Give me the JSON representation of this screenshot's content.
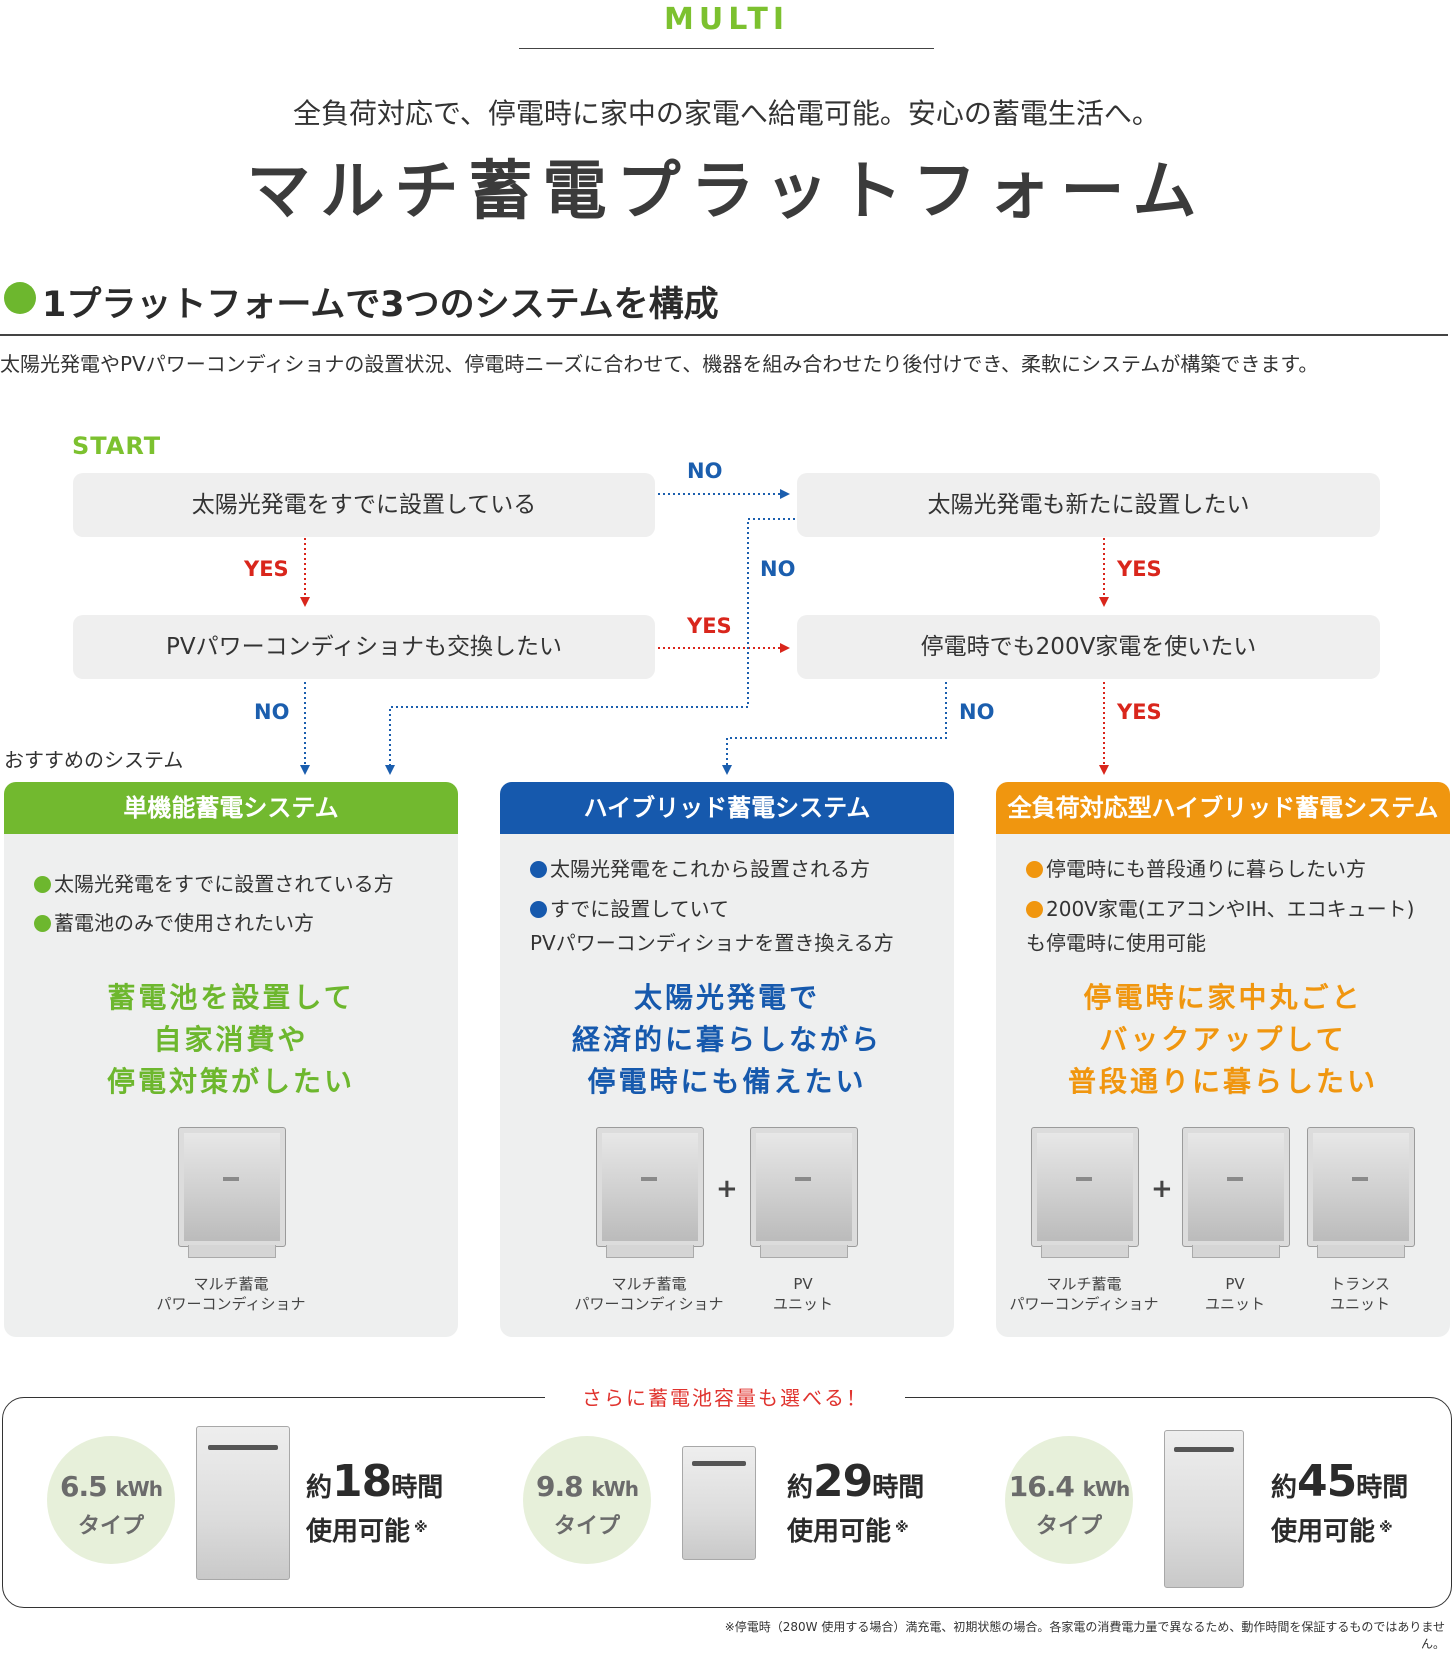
{
  "header": {
    "eyebrow": "MULTI",
    "subtitle": "全負荷対応で、停電時に家中の家電へ給電可能。安心の蓄電生活へ。",
    "title": "マルチ蓄電プラットフォーム"
  },
  "section": {
    "heading": "1プラットフォームで3つのシステムを構成",
    "intro": "太陽光発電やPVパワーコンディショナの設置状況、停電時ニーズに合わせて、機器を組み合わせたり後付けでき、柔軟にシステムが構築できます。"
  },
  "flow": {
    "start": "START",
    "q1": "太陽光発電をすでに設置している",
    "q2": "PVパワーコンディショナも交換したい",
    "q3": "太陽光発電も新たに設置したい",
    "q4": "停電時でも200V家電を使いたい",
    "yes": "YES",
    "no": "NO",
    "recommend": "おすすめのシステム"
  },
  "systems": [
    {
      "title": "単機能蓄電システム",
      "bullets": [
        "太陽光発電をすでに設置されている方",
        "蓄電池のみで使用されたい方"
      ],
      "catch": [
        "蓄電池を設置して",
        "自家消費や",
        "停電対策がしたい"
      ],
      "devices": [
        "マルチ蓄電\nパワーコンディショナ"
      ]
    },
    {
      "title": "ハイブリッド蓄電システム",
      "bullets": [
        "太陽光発電をこれから設置される方",
        "すでに設置していて\nPVパワーコンディショナを置き換える方"
      ],
      "catch": [
        "太陽光発電で",
        "経済的に暮らしながら",
        "停電時にも備えたい"
      ],
      "devices": [
        "マルチ蓄電\nパワーコンディショナ",
        "PV\nユニット"
      ]
    },
    {
      "title": "全負荷対応型ハイブリッド蓄電システム",
      "bullets": [
        "停電時にも普段通りに暮らしたい方",
        "200V家電(エアコンやIH、エコキュート)\nも停電時に使用可能"
      ],
      "catch": [
        "停電時に家中丸ごと",
        "バックアップして",
        "普段通りに暮らしたい"
      ],
      "devices": [
        "マルチ蓄電\nパワーコンディショナ",
        "PV\nユニット",
        "トランス\nユニット"
      ]
    }
  ],
  "colors": {
    "green": "#6db72e",
    "blue": "#1659ad",
    "orange": "#f0960f",
    "red": "#d9261c"
  },
  "capacity": {
    "title": "さらに蓄電池容量も選べる！",
    "unit": "kWh",
    "type_label": "タイプ",
    "pre": "約",
    "post": "時間",
    "usable": "使用可能",
    "mark": "※",
    "items": [
      {
        "kwh": "6.5",
        "hours": "18"
      },
      {
        "kwh": "9.8",
        "hours": "29"
      },
      {
        "kwh": "16.4",
        "hours": "45"
      }
    ],
    "footnote": "※停電時（280W 使用する場合）満充電、初期状態の場合。各家電の消費電力量で異なるため、動作時間を保証するものではありません。"
  }
}
